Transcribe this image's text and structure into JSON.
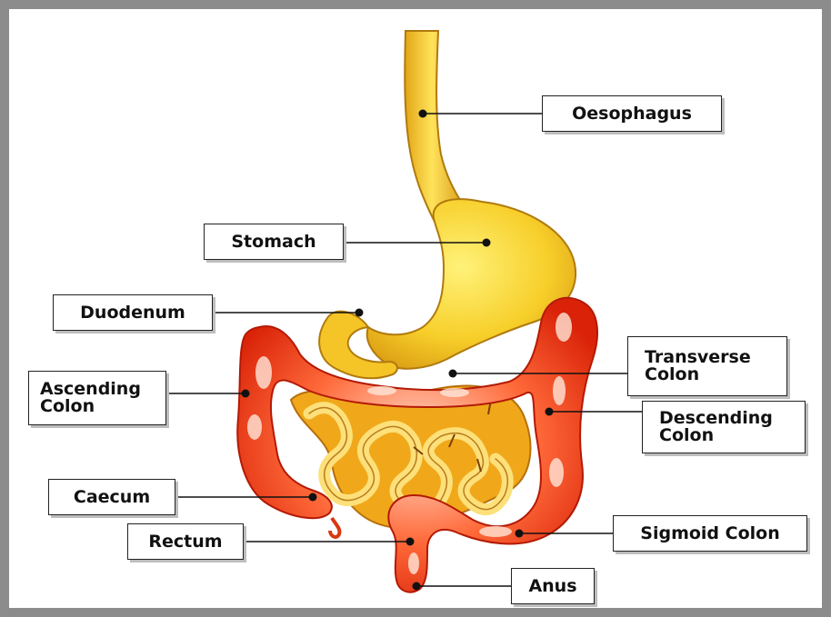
{
  "labels": {
    "oesophagus": "Oesophagus",
    "stomach": "Stomach",
    "duodenum": "Duodenum",
    "ascending_1": "Ascending",
    "ascending_2": "Colon",
    "transverse_1": "Transverse",
    "transverse_2": "Colon",
    "descending_1": "Descending",
    "descending_2": "Colon",
    "caecum": "Caecum",
    "rectum": "Rectum",
    "sigmoid": "Sigmoid Colon",
    "anus": "Anus"
  },
  "colors": {
    "frame": "#8c8c8c",
    "background": "#ffffff",
    "upper_tract": "#f2c21c",
    "large_intestine": "#e8320e",
    "highlight": "#ffd6c8",
    "small_intestine": "#f5b51e",
    "leader_line": "#111111"
  }
}
